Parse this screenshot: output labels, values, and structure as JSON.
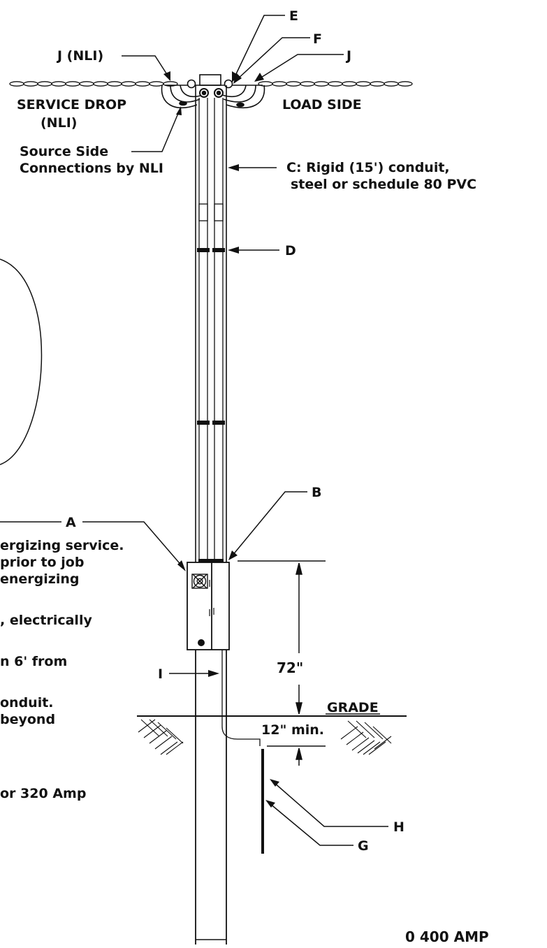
{
  "callouts": {
    "e": "E",
    "f": "F",
    "j_right": "J",
    "j_nli": "J (NLI)",
    "service_drop_line1": "SERVICE DROP",
    "service_drop_line2": "(NLI)",
    "load_side": "LOAD SIDE",
    "source_side_line1": "Source Side",
    "source_side_line2": "Connections by NLI",
    "c_line1": "C: Rigid (15') conduit,",
    "c_line2": "steel or schedule 80 PVC",
    "d": "D",
    "a": "A",
    "b": "B",
    "i": "I",
    "h": "H",
    "g": "G"
  },
  "dimensions": {
    "height_72": "72\"",
    "grade": "GRADE",
    "min_12": "12\" min."
  },
  "notes": {
    "line1": "ergizing service.",
    "line2": "prior to job",
    "line3": "energizing",
    "line4": ", electrically",
    "line5": "n 6' from",
    "line6": "onduit.",
    "line7": "beyond",
    "line8": "or 320 Amp"
  },
  "footer": {
    "partial_title": "0 400 AMP"
  }
}
